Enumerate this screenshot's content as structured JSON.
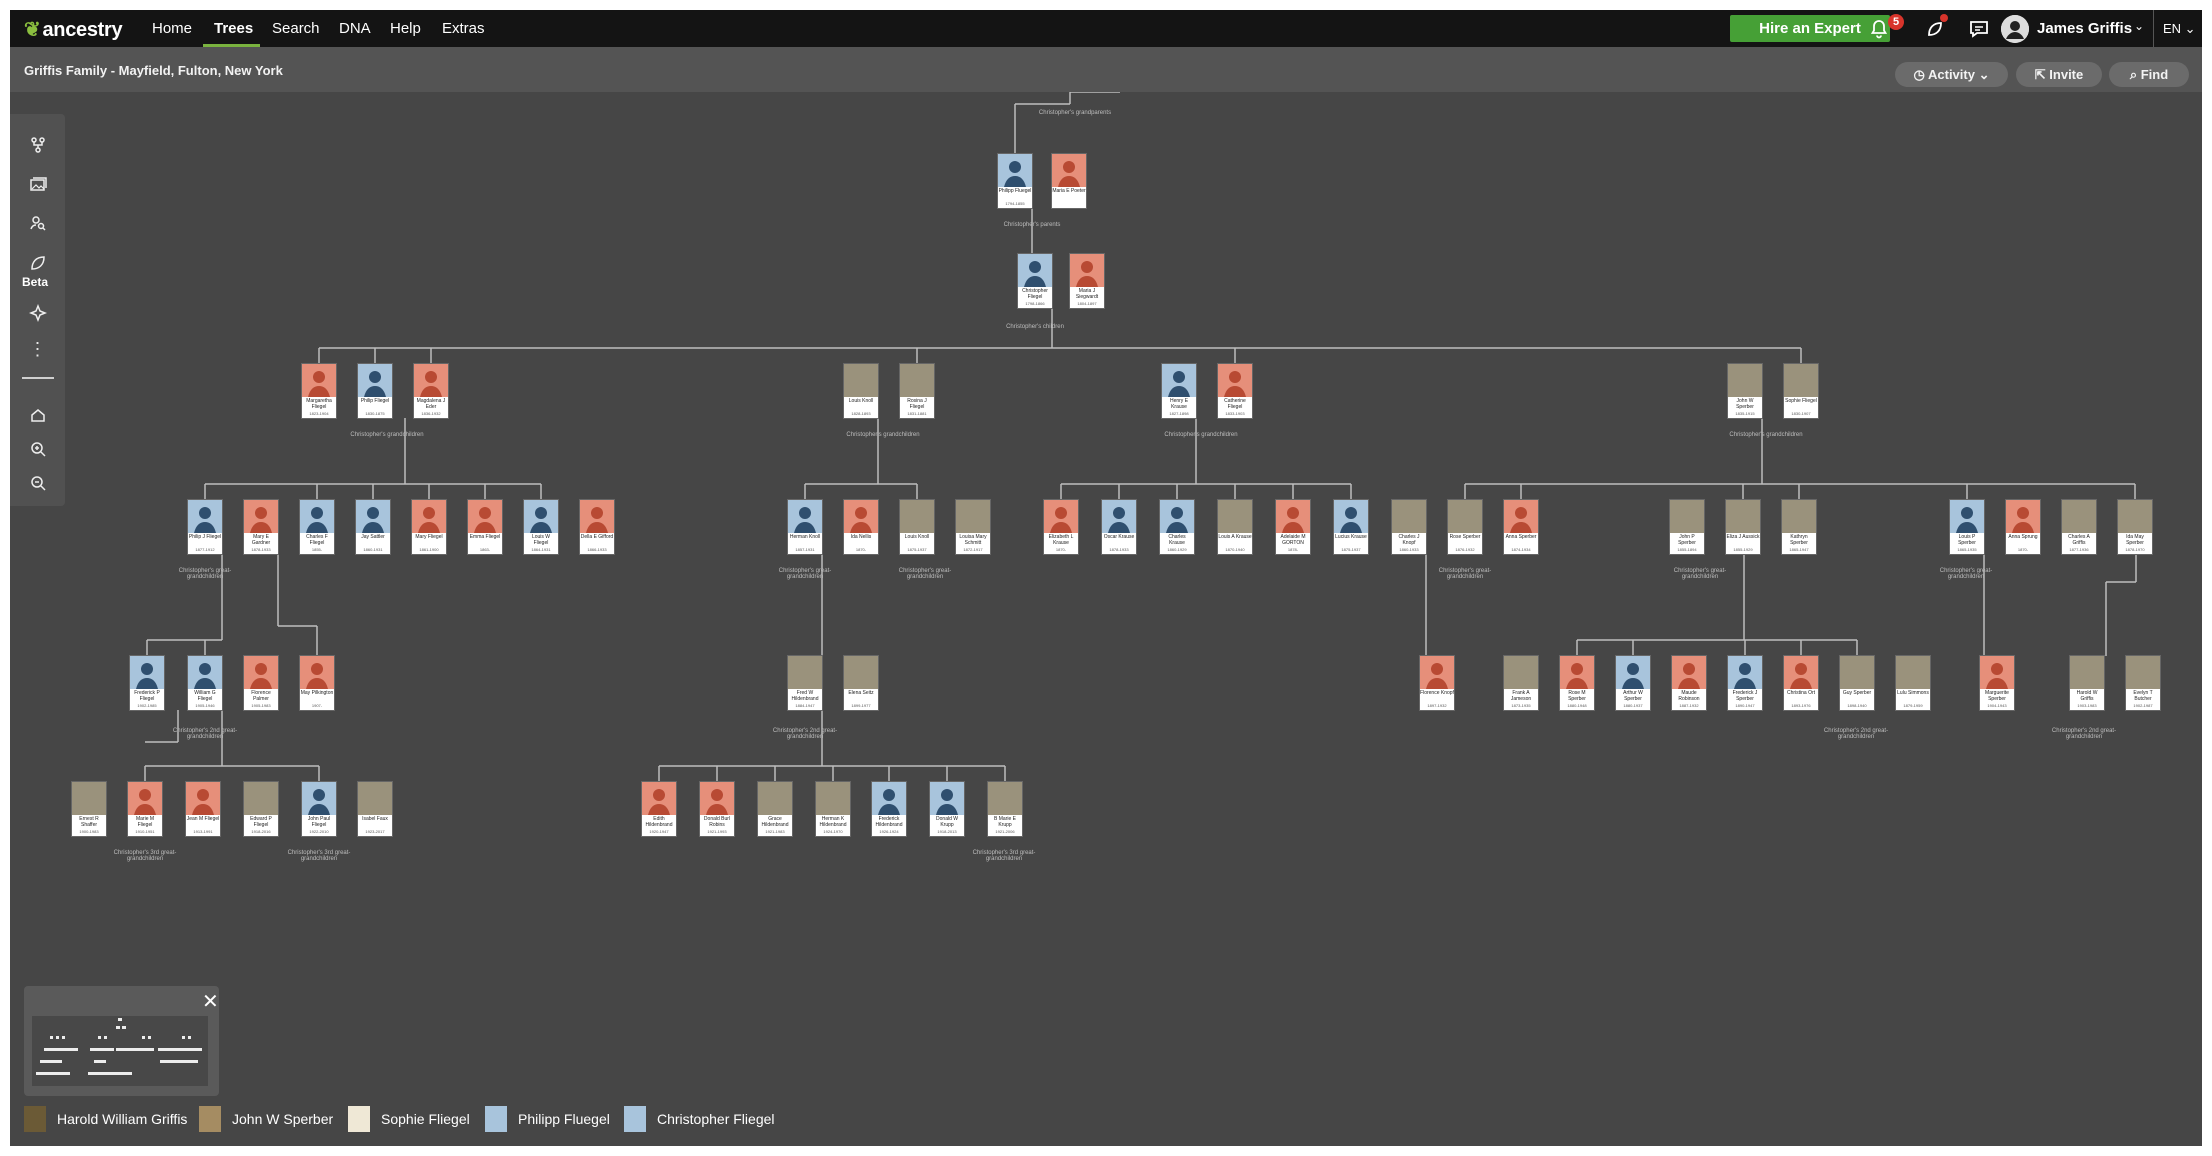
{
  "nav": {
    "logo": "ancestry",
    "links": [
      "Home",
      "Trees",
      "Search",
      "DNA",
      "Help",
      "Extras"
    ],
    "active": "Trees",
    "hire_label": "Hire an Expert",
    "notif_count": "5",
    "user_name": "James Griffis",
    "lang": "EN"
  },
  "subheader": {
    "title": "Griffis Family - Mayfield, Fulton, New York",
    "activity_label": "Activity",
    "invite_label": "Invite",
    "find_label": "Find"
  },
  "toolbar": {
    "beta_label": "Beta"
  },
  "tree": {
    "group_labels": {
      "grandparents": "Christopher's grandparents",
      "parents": "Christopher's parents",
      "children": "Christopher's children",
      "grandchildren": "Christopher's grandchildren",
      "great_grandchildren": "Christopher's great-grandchildren",
      "second_great": "Christopher's 2nd great-grandchildren",
      "third_great": "Christopher's 3rd great-grandchildren"
    },
    "people": [
      {
        "id": "philipp",
        "name": "Philipp Fluegel",
        "dates": "1794-1855",
        "sex": "male"
      },
      {
        "id": "maria-e",
        "name": "Maria E Poeter",
        "dates": "",
        "sex": "female"
      },
      {
        "id": "christopher",
        "name": "Christopher Fliegel",
        "dates": "1798-1866",
        "sex": "male"
      },
      {
        "id": "maria-j",
        "name": "Maria J Siegwardt",
        "dates": "1804-1897",
        "sex": "female"
      },
      {
        "id": "margaretha",
        "name": "Margaretha Fliegel",
        "dates": "1823-1904",
        "sex": "female"
      },
      {
        "id": "philip",
        "name": "Philip Fliegel",
        "dates": "1830-1875",
        "sex": "male"
      },
      {
        "id": "magdalena",
        "name": "Magdalena J Eder",
        "dates": "1836-1932",
        "sex": "female"
      },
      {
        "id": "louis-k",
        "name": "Louis Knoll",
        "dates": "1828-1893",
        "sex": "photo"
      },
      {
        "id": "rosina",
        "name": "Rosina J Fliegel",
        "dates": "1831-1881",
        "sex": "photo"
      },
      {
        "id": "henry",
        "name": "Henry E Krause",
        "dates": "1827-1898",
        "sex": "male"
      },
      {
        "id": "catherine",
        "name": "Catherine Fliegel",
        "dates": "1833-1903",
        "sex": "female"
      },
      {
        "id": "john-w",
        "name": "John W Sperber",
        "dates": "1835-1915",
        "sex": "photo"
      },
      {
        "id": "sophie",
        "name": "Sophie Fliegel",
        "dates": "1830-1907",
        "sex": "photo"
      },
      {
        "id": "philip-j",
        "name": "Philip J Fliegel",
        "dates": "1877-1912",
        "sex": "male"
      },
      {
        "id": "mary-e",
        "name": "Mary E Gardner",
        "dates": "1878-1933",
        "sex": "female"
      },
      {
        "id": "charles-f",
        "name": "Charles F Fliegel",
        "dates": "1855-",
        "sex": "male"
      },
      {
        "id": "jay",
        "name": "Jay Sattler",
        "dates": "1860-1931",
        "sex": "male"
      },
      {
        "id": "mary-f",
        "name": "Mary Fliegel",
        "dates": "1861-1900",
        "sex": "female"
      },
      {
        "id": "emma",
        "name": "Emma Fliegel",
        "dates": "1863-",
        "sex": "female"
      },
      {
        "id": "louis-w",
        "name": "Louis W Fliegel",
        "dates": "1864-1931",
        "sex": "male"
      },
      {
        "id": "della",
        "name": "Della E Gifford",
        "dates": "1866-1933",
        "sex": "female"
      },
      {
        "id": "herman",
        "name": "Herman Knoll",
        "dates": "1857-1931",
        "sex": "male"
      },
      {
        "id": "ida",
        "name": "Ida Nellis",
        "dates": "1870-",
        "sex": "female"
      },
      {
        "id": "louis-k2",
        "name": "Louis Knoll",
        "dates": "1875-1937",
        "sex": "photo"
      },
      {
        "id": "louisa",
        "name": "Louisa Mary Schmitt",
        "dates": "1872-1917",
        "sex": "photo"
      },
      {
        "id": "elizabeth",
        "name": "Elizabeth L Krause",
        "dates": "1870-",
        "sex": "female"
      },
      {
        "id": "oscar",
        "name": "Oscar Krause",
        "dates": "1878-1933",
        "sex": "male"
      },
      {
        "id": "charles-k",
        "name": "Charles Krause",
        "dates": "1860-1929",
        "sex": "male"
      },
      {
        "id": "louis-a",
        "name": "Louis A Krause",
        "dates": "1870-1940",
        "sex": "photo"
      },
      {
        "id": "adelaide",
        "name": "Adelaide M GORTON",
        "dates": "1878-",
        "sex": "female"
      },
      {
        "id": "lucius",
        "name": "Lucius Krause",
        "dates": "1875-1937",
        "sex": "male"
      },
      {
        "id": "charles-j",
        "name": "Charles J Knopf",
        "dates": "1860-1933",
        "sex": "photo"
      },
      {
        "id": "rose",
        "name": "Rose Sperber",
        "dates": "1876-1932",
        "sex": "photo"
      },
      {
        "id": "anna-s",
        "name": "Anna Sperber",
        "dates": "1874-1934",
        "sex": "female"
      },
      {
        "id": "john-p",
        "name": "John P Sperber",
        "dates": "1855-1894",
        "sex": "photo"
      },
      {
        "id": "eliza",
        "name": "Eliza J Aussick",
        "dates": "1855-1929",
        "sex": "photo"
      },
      {
        "id": "kathryn",
        "name": "Kathryn Sperber",
        "dates": "1865-1947",
        "sex": "photo"
      },
      {
        "id": "louis-p",
        "name": "Louis P Sperber",
        "dates": "1865-1935",
        "sex": "male"
      },
      {
        "id": "anna-sp",
        "name": "Anna Sprung",
        "dates": "1870-",
        "sex": "female"
      },
      {
        "id": "charles-a",
        "name": "Charles A Griffis",
        "dates": "1877-1936",
        "sex": "photo"
      },
      {
        "id": "ida-may",
        "name": "Ida May Sperber",
        "dates": "1878-1970",
        "sex": "photo"
      },
      {
        "id": "frederick-f",
        "name": "Frederick P Fliegel",
        "dates": "1902-1985",
        "sex": "male"
      },
      {
        "id": "william",
        "name": "William G Fliegel",
        "dates": "1905-1946",
        "sex": "male"
      },
      {
        "id": "florence",
        "name": "Florence Palmer",
        "dates": "1905-1983",
        "sex": "female"
      },
      {
        "id": "may",
        "name": "May Pilkington",
        "dates": "1907-",
        "sex": "female"
      },
      {
        "id": "fred-h",
        "name": "Fred W Hildenbrand",
        "dates": "1884-1947",
        "sex": "photo"
      },
      {
        "id": "elena",
        "name": "Elena Seitz",
        "dates": "1899-1977",
        "sex": "photo"
      },
      {
        "id": "florence-k",
        "name": "Florence Knopf",
        "dates": "1897-1932",
        "sex": "female"
      },
      {
        "id": "frank",
        "name": "Frank A Jameson",
        "dates": "1873-1935",
        "sex": "photo"
      },
      {
        "id": "rose-m",
        "name": "Rose M Sperber",
        "dates": "1880-1948",
        "sex": "female"
      },
      {
        "id": "arthur",
        "name": "Arthur W Sperber",
        "dates": "1880-1937",
        "sex": "male"
      },
      {
        "id": "maude",
        "name": "Maude Robinson",
        "dates": "1887-1932",
        "sex": "female"
      },
      {
        "id": "frederick-j",
        "name": "Frederick J Sperber",
        "dates": "1890-1947",
        "sex": "male"
      },
      {
        "id": "christina",
        "name": "Christina Ort",
        "dates": "1893-1976",
        "sex": "female"
      },
      {
        "id": "guy",
        "name": "Guy Sperber",
        "dates": "1898-1940",
        "sex": "photo"
      },
      {
        "id": "lulu",
        "name": "Lulu Simmons",
        "dates": "1879-1959",
        "sex": "photo"
      },
      {
        "id": "marguerite",
        "name": "Marguerite Sperber",
        "dates": "1904-1943",
        "sex": "female"
      },
      {
        "id": "harold",
        "name": "Harold W Griffis",
        "dates": "1903-1983",
        "sex": "photo"
      },
      {
        "id": "evelyn",
        "name": "Evelyn T Butcher",
        "dates": "1902-1987",
        "sex": "photo"
      },
      {
        "id": "ernest",
        "name": "Ernest R Shaffer",
        "dates": "1900-1983",
        "sex": "photo"
      },
      {
        "id": "marie",
        "name": "Marie M Fliegel",
        "dates": "1910-1951",
        "sex": "female"
      },
      {
        "id": "jean",
        "name": "Jean M Fliegel",
        "dates": "1913-1991",
        "sex": "female"
      },
      {
        "id": "edward",
        "name": "Edward P Fliegel",
        "dates": "1918-2016",
        "sex": "photo"
      },
      {
        "id": "john-paul",
        "name": "John Paul Fliegel",
        "dates": "1922-2010",
        "sex": "male"
      },
      {
        "id": "isabel",
        "name": "Isabel Faux",
        "dates": "1923-2017",
        "sex": "photo"
      },
      {
        "id": "edith",
        "name": "Edith Hildenbrand",
        "dates": "1920-1947",
        "sex": "female"
      },
      {
        "id": "donald-b",
        "name": "Donald Burl Robins",
        "dates": "1921-1993",
        "sex": "female"
      },
      {
        "id": "grace",
        "name": "Grace Hildenbrand",
        "dates": "1921-1983",
        "sex": "photo"
      },
      {
        "id": "herman-k",
        "name": "Herman K Hildenbrand",
        "dates": "1924-1970",
        "sex": "photo"
      },
      {
        "id": "frederick-h",
        "name": "Frederick Hildenbrand",
        "dates": "1926-1924",
        "sex": "male"
      },
      {
        "id": "donald-w",
        "name": "Donald W Krupp",
        "dates": "1918-2013",
        "sex": "male"
      },
      {
        "id": "b-marie",
        "name": "B Marie E Krupp",
        "dates": "1921-2006",
        "sex": "photo"
      }
    ]
  },
  "recents": [
    "Harold William Griffis",
    "John W Sperber",
    "Sophie Fliegel",
    "Philipp Fluegel",
    "Christopher Fliegel"
  ],
  "colors": {
    "male": "#a8c4dc",
    "female": "#e68f7a",
    "accent": "#46a036"
  }
}
